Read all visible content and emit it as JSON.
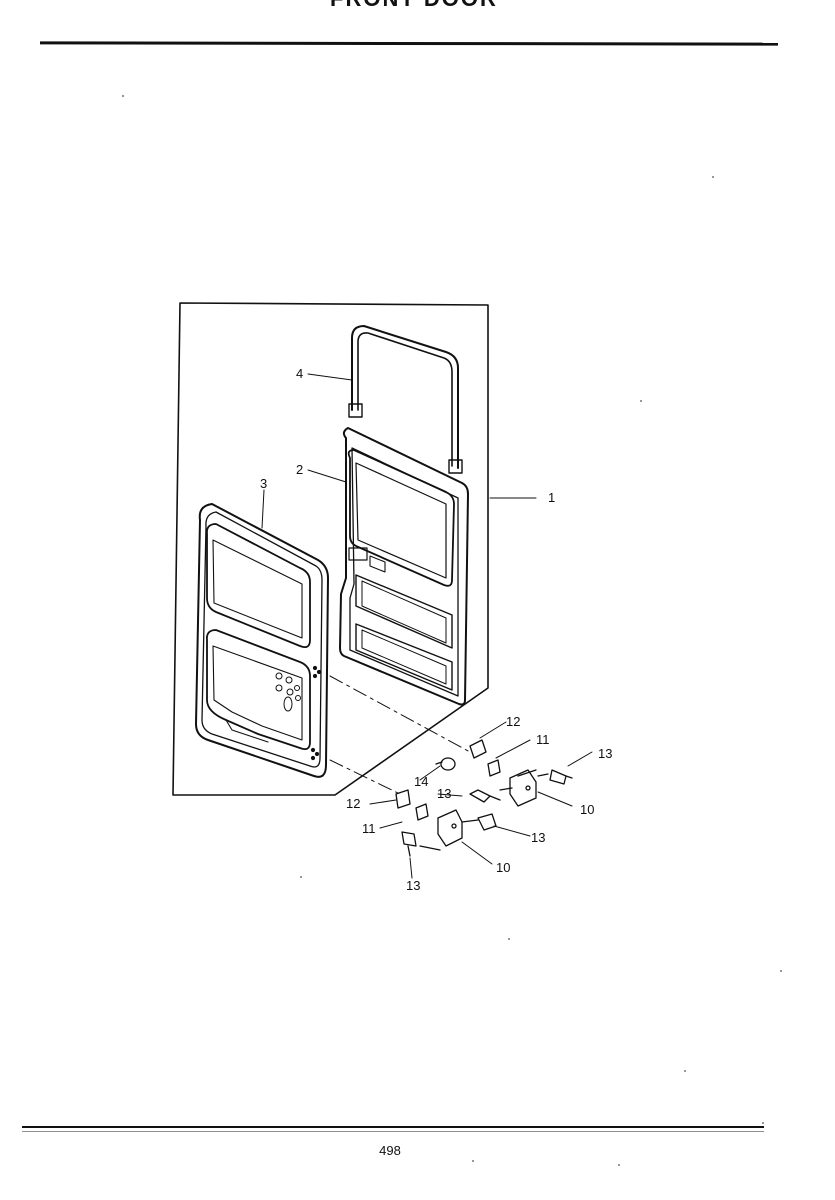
{
  "header": {
    "title": "FRONT DOOR"
  },
  "diagram": {
    "callouts": [
      "1",
      "2",
      "3",
      "4",
      "10",
      "10",
      "11",
      "11",
      "12",
      "12",
      "13",
      "13",
      "13",
      "13",
      "14"
    ]
  },
  "footer": {
    "page_number": "498"
  }
}
